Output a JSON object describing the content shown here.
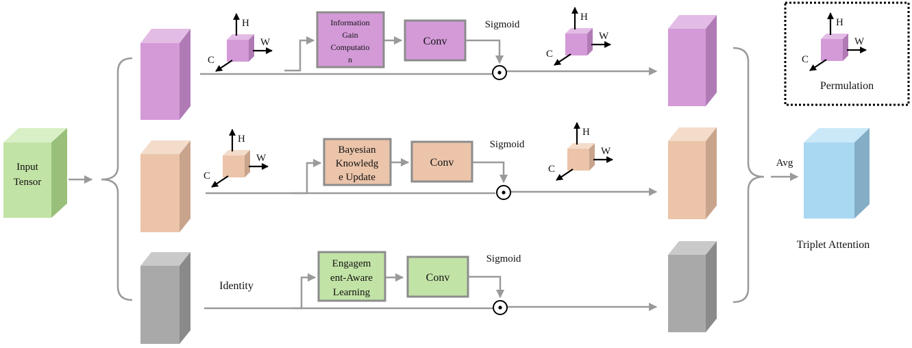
{
  "input_label": [
    "Input",
    "Tensor"
  ],
  "output_label": "Triplet Attention",
  "avg_label": "Avg",
  "identity_label": "Identity",
  "legend": {
    "caption": "Permulation"
  },
  "axes": {
    "h": "H",
    "w": "W",
    "c": "C"
  },
  "branches": [
    {
      "name": "top",
      "module_lines": [
        "Information",
        "Gain",
        "Computatio",
        "n"
      ],
      "conv": "Conv",
      "sigmoid": "Sigmoid",
      "color": "#d49ad8",
      "module_color": "#d49ad8"
    },
    {
      "name": "middle",
      "module_lines": [
        "Bayesian",
        "Knowledg",
        "e Update"
      ],
      "conv": "Conv",
      "sigmoid": "Sigmoid",
      "color": "#ebc4aa",
      "module_color": "#ebc4aa"
    },
    {
      "name": "bottom",
      "module_lines": [
        "Engagem",
        "ent-Aware",
        "Learning"
      ],
      "conv": "Conv",
      "sigmoid": "Sigmoid",
      "color": "#a9a9a9",
      "module_color": "#c2e3a6"
    }
  ],
  "colors": {
    "input": "#c2e3a6",
    "output": "#a9d8f2",
    "connector": "#9a9a9a"
  }
}
